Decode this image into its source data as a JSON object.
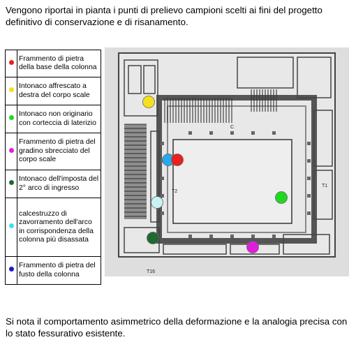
{
  "document": {
    "intro": "Vengono riportai in pianta i punti di prelievo campioni scelti ai fini del progetto definitivo di conservazione e di risanamento.",
    "outro": "Si nota il comportamento asimmetrico della deformazione e la analogia precisa con lo stato fessurativo esistente."
  },
  "legend": [
    {
      "color": "#e8201e",
      "label": "Frammento di pietra della base della colonna"
    },
    {
      "color": "#f4e01e",
      "label": "Intonaco affrescato a destra del corpo scale"
    },
    {
      "color": "#1fd81f",
      "label": "Intonaco non originario con corteccia di laterizio"
    },
    {
      "color": "#dd1fdd",
      "label": "Frammento di pietra del gradino sbrecciato del corpo scale"
    },
    {
      "color": "#1f6a2e",
      "label": "Intonaco dell'imposta del 2° arco di ingresso"
    },
    {
      "color": "#3ee0ee",
      "label": "calcestruzzo di zavorramento dell'arco in corrispondenza della colonna più disassata"
    },
    {
      "color": "#1b1bc8",
      "label": "Frammento di pietra del fusto della colonna"
    }
  ],
  "plan": {
    "labels": {
      "c": "C",
      "t2": "T2",
      "t16": "T16",
      "t1": "T1"
    },
    "markers": [
      {
        "name": "marker-yellow",
        "color": "#f4e01e"
      },
      {
        "name": "marker-blue",
        "color": "#2aa8ee"
      },
      {
        "name": "marker-red",
        "color": "#e8201e"
      },
      {
        "name": "marker-green",
        "color": "#1fd81f"
      },
      {
        "name": "marker-cyan",
        "color": "#c8f2f4"
      },
      {
        "name": "marker-darkgreen",
        "color": "#1f6a2e"
      },
      {
        "name": "marker-magenta",
        "color": "#dd1fdd"
      }
    ]
  }
}
